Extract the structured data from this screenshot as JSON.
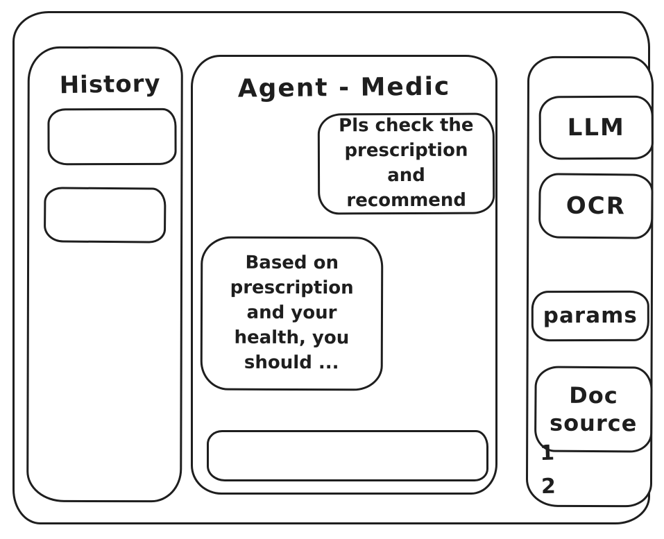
{
  "sidebar": {
    "title": "History",
    "items": [
      {
        "label": ""
      },
      {
        "label": ""
      }
    ]
  },
  "chat": {
    "title": "Agent - Medic",
    "messages": [
      {
        "role": "user",
        "text": "Pls check the prescription and recommend"
      },
      {
        "role": "assistant",
        "text": "Based on prescription and your health, you should ..."
      }
    ],
    "input_value": ""
  },
  "tools": {
    "buttons": [
      {
        "label": "LLM"
      },
      {
        "label": "OCR"
      },
      {
        "label": "params"
      },
      {
        "label": "Doc source"
      }
    ],
    "doc_list": [
      "1",
      "2"
    ]
  },
  "colors": {
    "ink": "#1e1e1e",
    "background": "#ffffff"
  }
}
